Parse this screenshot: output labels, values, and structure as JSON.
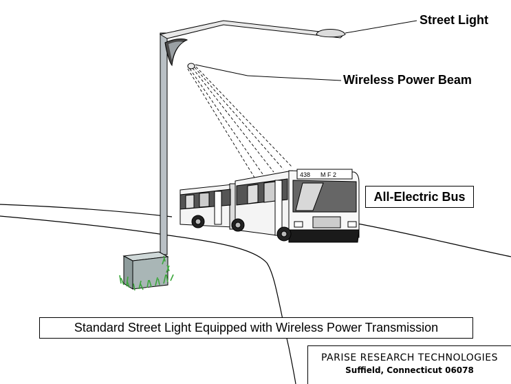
{
  "labels": {
    "street_light": "Street Light",
    "wireless_power_beam": "Wireless Power Beam",
    "all_electric_bus": "All-Electric Bus"
  },
  "bus": {
    "number": "438",
    "route": "M F 2"
  },
  "caption": "Standard Street Light Equipped with Wireless Power Transmission",
  "credit": {
    "company": "PARISE RESEARCH TECHNOLOGIES",
    "location": "Suffield, Connecticut 06078"
  },
  "colors": {
    "pole": "#b9c0c5",
    "box": "#a9b6b6",
    "grass": "#3aa63a",
    "line": "#000000"
  }
}
